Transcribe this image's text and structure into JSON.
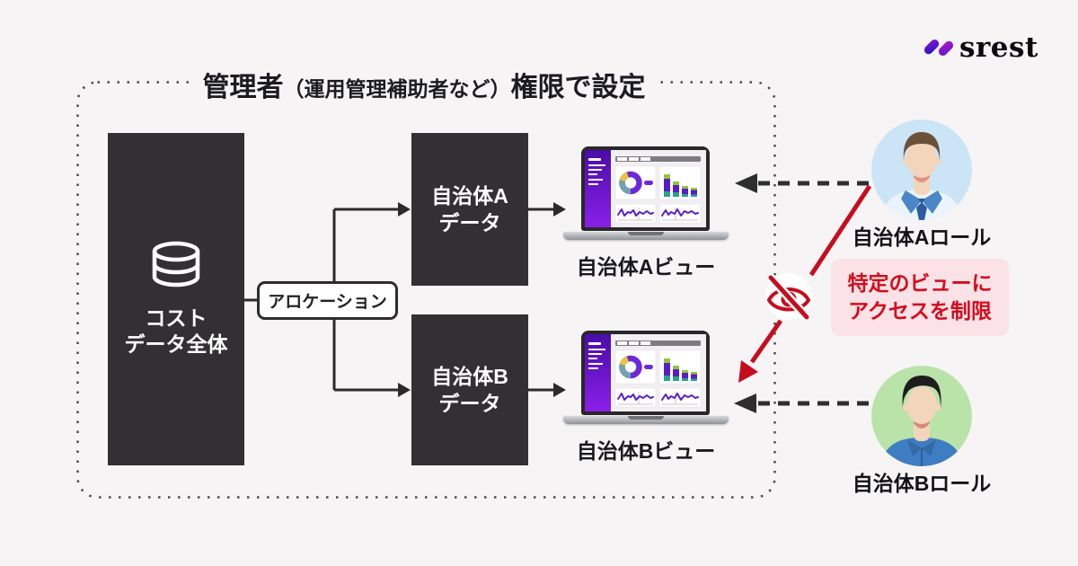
{
  "logo": {
    "text": "srest",
    "icon": "srest-logo-icon"
  },
  "diagram": {
    "title": {
      "part1": "管理者",
      "part2": "（運用管理補助者など）",
      "part3": "権限で設定"
    },
    "source_box": {
      "line1": "コスト",
      "line2": "データ全体",
      "icon": "database-icon"
    },
    "allocation_box": {
      "label": "アロケーション"
    },
    "data_boxes": [
      {
        "line1": "自治体A",
        "line2": "データ"
      },
      {
        "line1": "自治体B",
        "line2": "データ"
      }
    ],
    "views": [
      {
        "label": "自治体Aビュー",
        "icon": "laptop-dashboard-icon"
      },
      {
        "label": "自治体Bビュー",
        "icon": "laptop-dashboard-icon"
      }
    ],
    "roles": [
      {
        "label": "自治体Aロール",
        "icon": "person-avatar-icon"
      },
      {
        "label": "自治体Bロール",
        "icon": "person-avatar-icon"
      }
    ],
    "restriction_note": {
      "line1": "特定のビューに",
      "line2": "アクセスを制限"
    },
    "restriction_icon": "eye-off-icon"
  },
  "colors": {
    "page_background": "#f6f4f5",
    "dark_box": "#333033",
    "accent_red": "#c60d1d",
    "note_background": "#fbe2e6",
    "note_text": "#d30d1e",
    "dashboard_purple": "#6d28d9",
    "dashboard_green": "#91c63d",
    "dashboard_teal": "#2aa18c",
    "dashboard_yellow": "#e9c53e",
    "avatar_a_background": "#cbe4f6",
    "avatar_b_background": "#b9e3a8",
    "connector_black": "#2b2b2b"
  }
}
